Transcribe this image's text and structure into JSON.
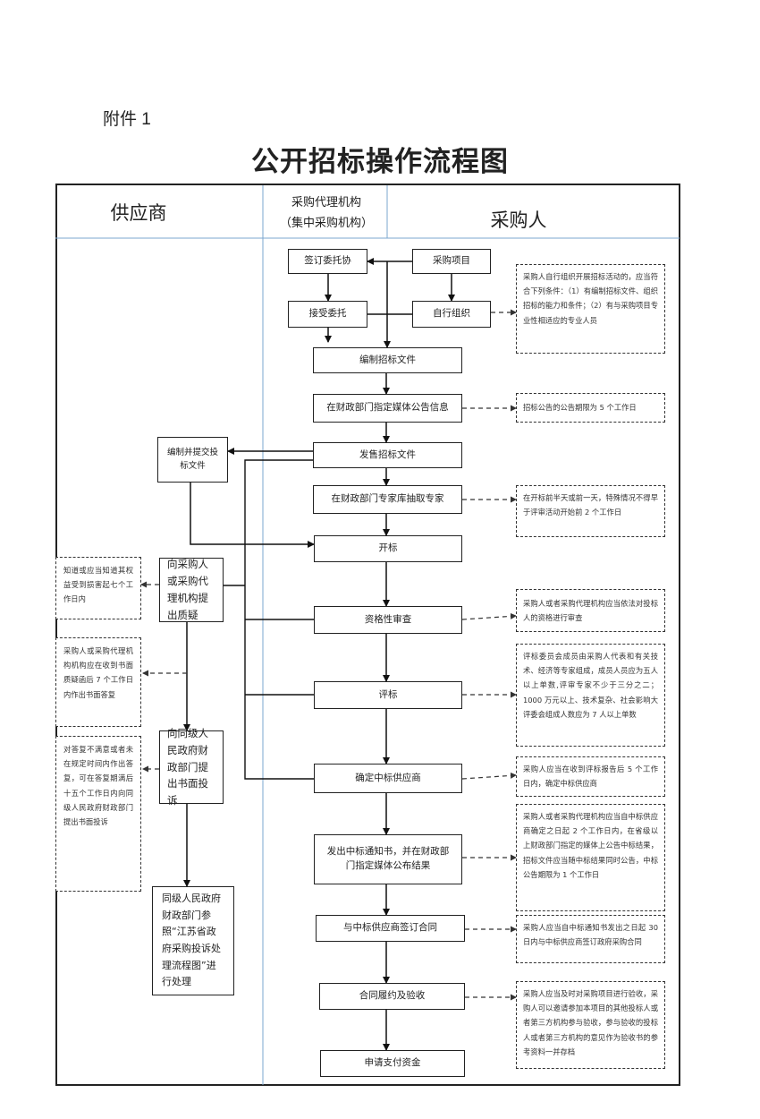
{
  "attachment_label": "附件 1",
  "title": "公开招标操作流程图",
  "columns": {
    "supplier": "供应商",
    "agency_line1": "采购代理机构",
    "agency_line2": "（集中采购机构）",
    "purchaser": "采购人"
  },
  "steps": {
    "sign_entrust": "签订委托协",
    "purchase_project": "采购项目",
    "accept_entrust": "接受委托",
    "self_organize": "自行组织",
    "compile_docs": "编制招标文件",
    "announce": "在财政部门指定媒体公告信息",
    "sell_docs": "发售招标文件",
    "draw_experts": "在财政部门专家库抽取专家",
    "open_bid": "开标",
    "qualification": "资格性审查",
    "evaluate": "评标",
    "determine_winner": "确定中标供应商",
    "issue_notice": "发出中标通知书，并在财政部门指定媒体公布结果",
    "sign_contract": "与中标供应商签订合同",
    "perform_accept": "合同履约及验收",
    "apply_payment": "申请支付资金"
  },
  "supplier_steps": {
    "prepare_bid": "编制并提交投标文件",
    "question": "向采购人或采购代理机构提出质疑",
    "complaint": "向同级人民政府财政部门提出书面投诉",
    "handle": "同级人民政府财政部门参照“江苏省政府采购投诉处理流程图”进行处理"
  },
  "notes": {
    "self_org_note": "采购人自行组织开展招标活动的，应当符合下列条件：（1）有编制招标文件、组织招标的能力和条件；（2）有与采购项目专业性相适应的专业人员",
    "announce_note": "招标公告的公告期限为 5 个工作日",
    "expert_note": "在开标前半天或前一天，特殊情况不得早于评审活动开始前 2 个工作日",
    "qualification_note": "采购人或者采购代理机构应当依法对投标人的资格进行审查",
    "evaluate_note": "评标委员会成员由采购人代表和有关技术、经济等专家组成，成员人员应为五人以上单数,评审专家不少于三分之二；1000 万元以上、技术复杂、社会影响大评委会组成人数应为 7 人以上单数",
    "winner_note": "采购人应当在收到评标报告后 5 个工作日内，确定中标供应商",
    "notice_note": "采购人或者采购代理机构应当自中标供应商确定之日起 2 个工作日内，在省级以上财政部门指定的媒体上公告中标结果，招标文件应当随中标结果同时公告，中标公告期限为 1 个工作日",
    "contract_note": "采购人应当自中标通知书发出之日起 30 日内与中标供应商签订政府采购合同",
    "acceptance_note": "采购人应当及时对采购项目进行验收，采购人可以邀请参加本项目的其他投标人或者第三方机构参与验收，参与验收的投标人或者第三方机构的意见作为验收书的参考资料一并存档",
    "know_note": "知道或应当知道其权益受到损害起七个工作日内",
    "reply_note": "采购人或采购代理机构机构应在收到书面质疑函后 7 个工作日内作出书面答复",
    "dissatisfied_note": "对答复不满意或者未在规定时间内作出答复，可在答复期满后十五个工作日内向同级人民政府财政部门提出书面投诉"
  }
}
